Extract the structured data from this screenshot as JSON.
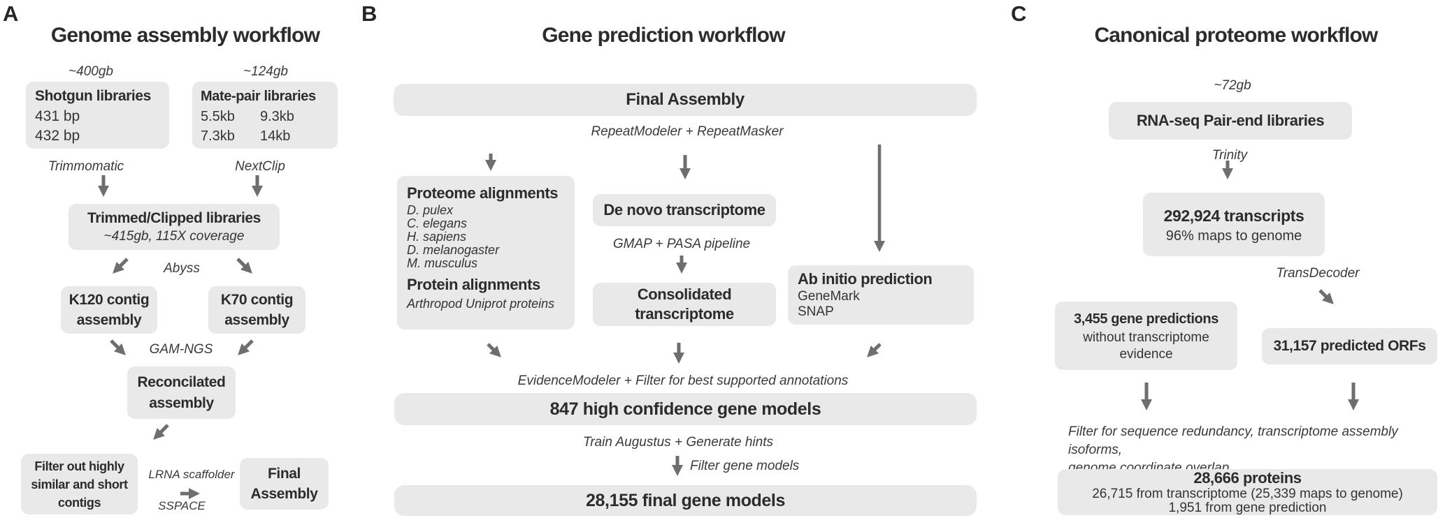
{
  "colors": {
    "box_fill": "#e9e9e9",
    "text": "#383838",
    "arrow": "#6e6e6e"
  },
  "a": {
    "letter": "A",
    "title": "Genome assembly workflow",
    "size_shotgun": "~400gb",
    "size_matepair": "~124gb",
    "tool_trimmomatic": "Trimmomatic",
    "tool_nextclip": "NextClip",
    "tool_abyss": "Abyss",
    "tool_gamngs": "GAM-NGS",
    "tool_lrna": "LRNA scaffolder",
    "tool_sspace": "SSPACE",
    "box_shotgun": {
      "title": "Shotgun libraries",
      "l1": "431 bp",
      "l2": "432 bp"
    },
    "box_matepair": {
      "title": "Mate-pair libraries",
      "r1c1": "5.5kb",
      "r1c2": "9.3kb",
      "r2c1": "7.3kb",
      "r2c2": "14kb"
    },
    "box_trimmed": {
      "title": "Trimmed/Clipped libraries",
      "sub": "~415gb, 115X coverage"
    },
    "box_k120": {
      "l1": "K120 contig",
      "l2": "assembly"
    },
    "box_k70": {
      "l1": "K70 contig",
      "l2": "assembly"
    },
    "box_reconc": {
      "l1": "Reconcilated",
      "l2": "assembly"
    },
    "box_filter": {
      "l1": "Filter out highly",
      "l2": "similar and short",
      "l3": "contigs"
    },
    "box_final": {
      "l1": "Final",
      "l2": "Assembly"
    }
  },
  "b": {
    "letter": "B",
    "title": "Gene prediction workflow",
    "box_final_assembly": "Final Assembly",
    "tool_repeat": "RepeatModeler + RepeatMasker",
    "box_proteome": {
      "title": "Proteome alignments",
      "species": [
        "D. pulex",
        "C. elegans",
        "H. sapiens",
        "D. melanogaster",
        "M. musculus"
      ],
      "title2": "Protein alignments",
      "sub2": "Arthropod Uniprot proteins"
    },
    "box_denovo": "De novo transcriptome",
    "tool_gmap": "GMAP + PASA pipeline",
    "box_consolidated": {
      "l1": "Consolidated",
      "l2": "transcriptome"
    },
    "box_abinitio": {
      "title": "Ab initio prediction",
      "l1": "GeneMark",
      "l2": "SNAP"
    },
    "tool_evidence": "EvidenceModeler + Filter for best supported annotations",
    "box_847": "847 high confidence gene models",
    "tool_train": "Train Augustus + Generate hints",
    "tool_filter_models": "Filter gene models",
    "box_28155": "28,155 final gene models"
  },
  "c": {
    "letter": "C",
    "title": "Canonical proteome workflow",
    "size_rnaseq": "~72gb",
    "box_rnaseq": "RNA-seq Pair-end libraries",
    "tool_trinity": "Trinity",
    "box_transcripts": {
      "l1": "292,924 transcripts",
      "l2": "96% maps to genome"
    },
    "tool_transdecoder": "TransDecoder",
    "box_genepred": {
      "l1": "3,455 gene predictions",
      "l2": "without transcriptome",
      "l3": "evidence"
    },
    "box_orfs": "31,157 predicted ORFs",
    "filter_note": {
      "l1": "Filter for sequence redundancy, transcriptome assembly isoforms,",
      "l2": "genome coordinate overlap"
    },
    "box_proteins": {
      "l1": "28,666 proteins",
      "l2": "26,715 from transcriptome (25,339 maps to genome)",
      "l3": "1,951 from gene prediction"
    }
  }
}
